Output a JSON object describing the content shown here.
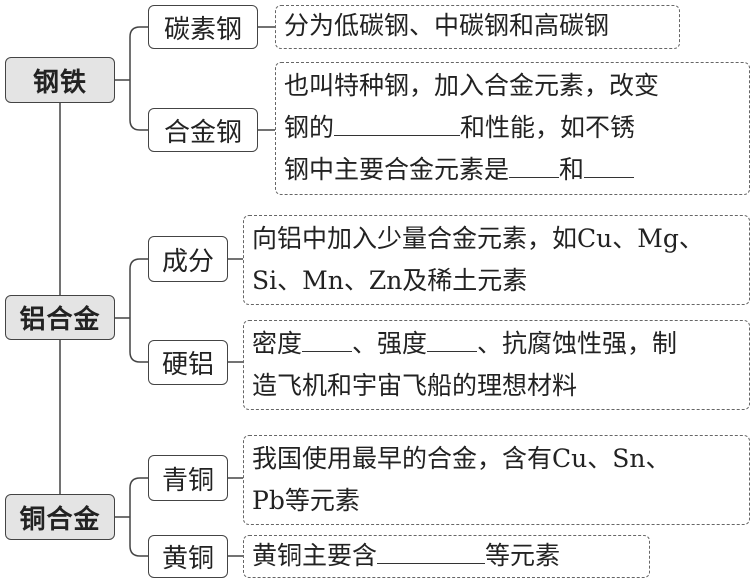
{
  "nodes": [
    {
      "label": "钢铁",
      "children": [
        {
          "label": "碳素钢",
          "desc": [
            [
              {
                "t": "分为低碳钢、中碳钢和高碳钢"
              }
            ]
          ]
        },
        {
          "label": "合金钢",
          "desc": [
            [
              {
                "t": "也叫特种钢，加入合金元素，改变"
              }
            ],
            [
              {
                "t": "钢的"
              },
              {
                "blank": "long"
              },
              {
                "t": "和性能，如不锈"
              }
            ],
            [
              {
                "t": "钢中主要合金元素是"
              },
              {
                "blank": "short"
              },
              {
                "t": "和"
              },
              {
                "blank": "short"
              }
            ]
          ]
        }
      ]
    },
    {
      "label": "铝合金",
      "children": [
        {
          "label": "成分",
          "desc": [
            [
              {
                "t": "向铝中加入少量合金元素，如Cu、Mg、"
              }
            ],
            [
              {
                "t": "Si、Mn、Zn及稀土元素"
              }
            ]
          ]
        },
        {
          "label": "硬铝",
          "desc": [
            [
              {
                "t": "密度"
              },
              {
                "blank": "short"
              },
              {
                "t": "、强度"
              },
              {
                "blank": "short"
              },
              {
                "t": "、抗腐蚀性强，制"
              }
            ],
            [
              {
                "t": "造飞机和宇宙飞船的理想材料"
              }
            ]
          ]
        }
      ]
    },
    {
      "label": "铜合金",
      "children": [
        {
          "label": "青铜",
          "desc": [
            [
              {
                "t": "我国使用最早的合金，含有Cu、Sn、"
              }
            ],
            [
              {
                "t": "Pb等元素"
              }
            ]
          ]
        },
        {
          "label": "黄铜",
          "desc": [
            [
              {
                "t": "黄铜主要含"
              },
              {
                "blank": "med"
              },
              {
                "t": "等元素"
              }
            ]
          ]
        }
      ]
    }
  ]
}
